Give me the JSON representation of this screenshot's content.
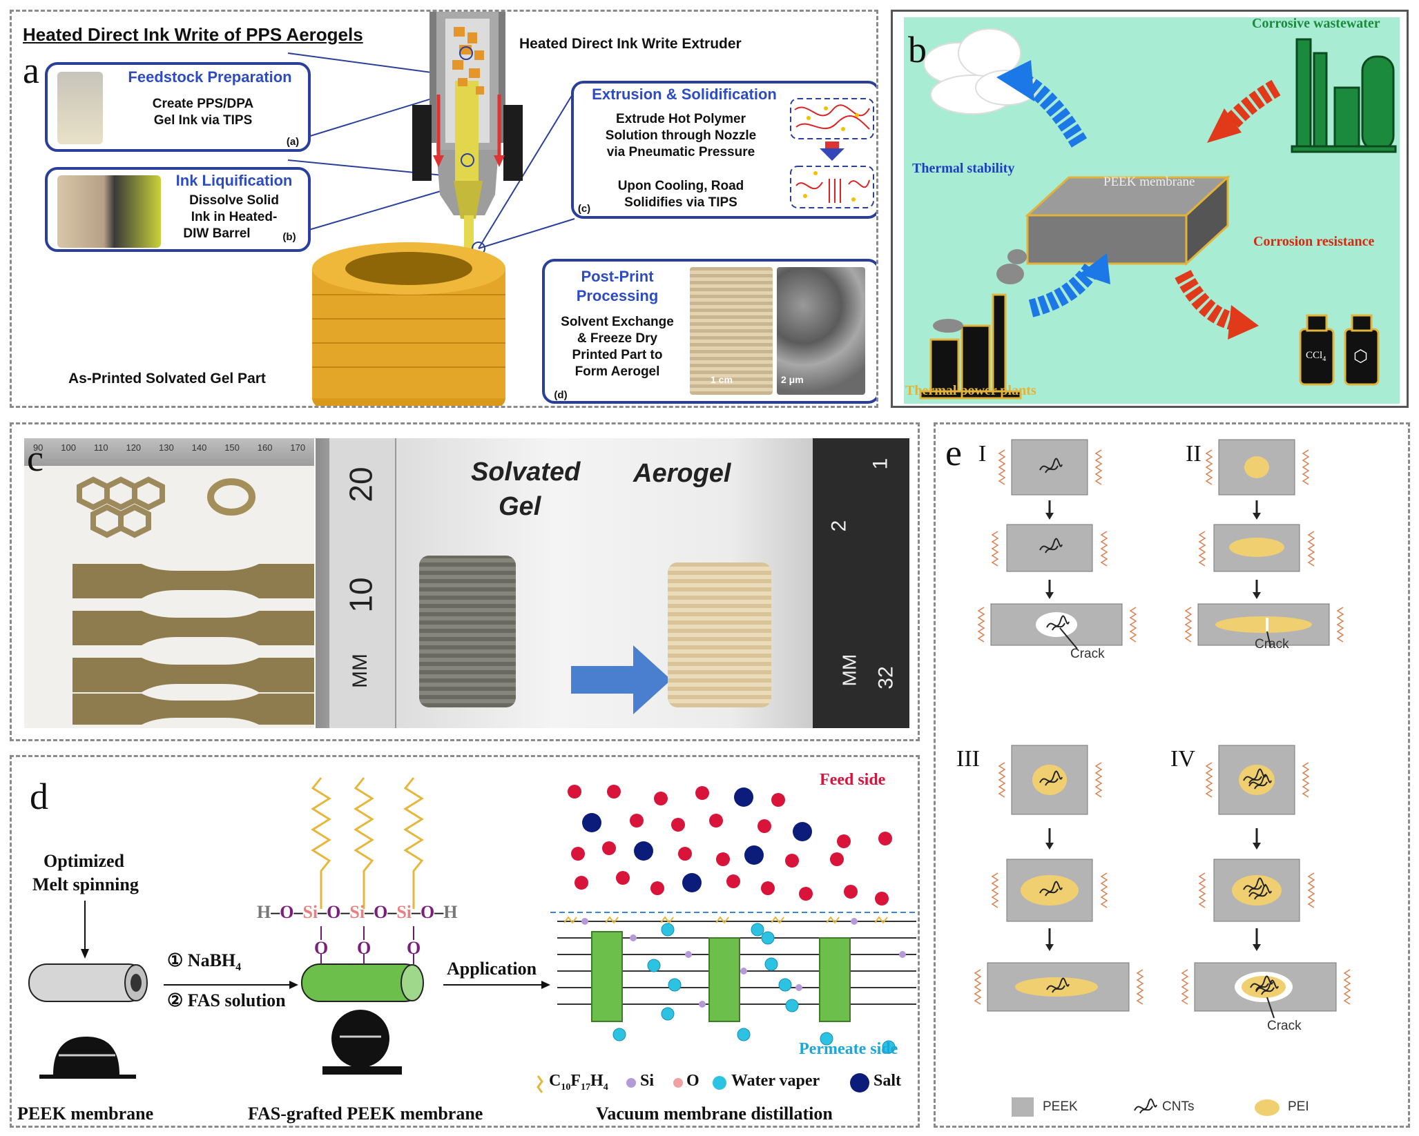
{
  "panel_a": {
    "label": "a",
    "title": "Heated Direct Ink Write of PPS Aerogels",
    "extruder_label": "Heated Direct Ink Write Extruder",
    "feedstock": {
      "title": "Feedstock Preparation",
      "text1": "Create PPS/DPA",
      "text2": "Gel Ink via TIPS",
      "tag": "(a)"
    },
    "liquification": {
      "title": "Ink Liquification",
      "text1": "Dissolve Solid",
      "text2": "Ink in Heated-",
      "text3": "DIW Barrel",
      "tag": "(b)"
    },
    "extrusion": {
      "title": "Extrusion & Solidification",
      "text1": "Extrude Hot Polymer",
      "text2": "Solution through Nozzle",
      "text3": "via Pneumatic Pressure",
      "text4": "Upon Cooling, Road",
      "text5": "Solidifies via TIPS",
      "tag": "(c)"
    },
    "post": {
      "title1": "Post-Print",
      "title2": "Processing",
      "text1": "Solvent Exchange",
      "text2": "& Freeze Dry",
      "text3": "Printed Part to",
      "text4": "Form Aerogel",
      "tag": "(d)",
      "scale1": "1 cm",
      "scale2": "2 μm"
    },
    "part_label": "As-Printed Solvated Gel Part"
  },
  "panel_b": {
    "label": "b",
    "corrosive": "Corrosive wastewater",
    "thermal_stability": "Thermal stability",
    "membrane": "PEEK membrane",
    "corrosion_resistance": "Corrosion resistance",
    "power_plants": "Thermal power plants",
    "bottle1": "CCl",
    "bottle1_sub": "4",
    "bottle2": "⬡"
  },
  "panel_c": {
    "label": "c",
    "solvated1": "Solvated",
    "solvated2": "Gel",
    "aerogel": "Aerogel",
    "ruler_top": [
      "90",
      "100",
      "110",
      "120",
      "130",
      "140",
      "150",
      "160",
      "170"
    ],
    "ruler1_20": "20",
    "ruler1_10": "10",
    "ruler1_mm": "MM",
    "ruler2_2": "2",
    "ruler2_1": "1",
    "ruler2_mm": "MM",
    "ruler2_32": "32"
  },
  "panel_d": {
    "label": "d",
    "process1": "Optimized",
    "process2": "Melt spinning",
    "step1": "① NaBH",
    "step1_sub": "4",
    "step2": "② FAS solution",
    "application": "Application",
    "peek_membrane": "PEEK membrane",
    "fas_membrane": "FAS-grafted PEEK membrane",
    "vmd": "Vacuum membrane distillation",
    "feed_side": "Feed side",
    "permeate_side": "Permeate side",
    "chem_h": "H",
    "chem_o": "O",
    "chem_si": "Si",
    "legend": [
      {
        "symbol": "zigzag",
        "label": "C",
        "sub1": "10",
        "mid1": "F",
        "sub2": "17",
        "mid2": "H",
        "sub3": "4"
      },
      {
        "symbol": "si",
        "label": "Si"
      },
      {
        "symbol": "o",
        "label": "O"
      },
      {
        "symbol": "water",
        "label": "Water vaper"
      },
      {
        "symbol": "salt",
        "label": "Salt"
      }
    ],
    "colors": {
      "feed": "#d9143a",
      "permeate": "#1aa7d9",
      "salt": "#0b1c7a",
      "water": "#2cc3e3"
    }
  },
  "panel_e": {
    "label": "e",
    "cases": [
      "I",
      "II",
      "III",
      "IV"
    ],
    "crack": "Crack",
    "legend": [
      {
        "symbol": "peek-swatch",
        "label": "PEEK"
      },
      {
        "symbol": "cnt-icon",
        "label": "CNTs"
      },
      {
        "symbol": "pei-swatch",
        "label": "PEI"
      }
    ]
  }
}
